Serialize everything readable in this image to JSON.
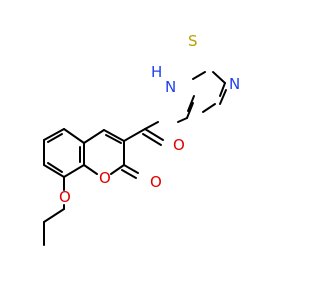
{
  "molecule": {
    "atom_labels": {
      "S": "S",
      "N_ring": "N",
      "NH": "N",
      "H": "H",
      "O_carbonyl_amide": "O",
      "O_carbonyl_lactone": "O",
      "O_ring": "O",
      "O_ethoxy": "O"
    }
  },
  "colors": {
    "bond": "#000000",
    "sulfur": "#b8a200",
    "nitrogen": "#1f3ff0",
    "oxygen": "#e00000"
  }
}
